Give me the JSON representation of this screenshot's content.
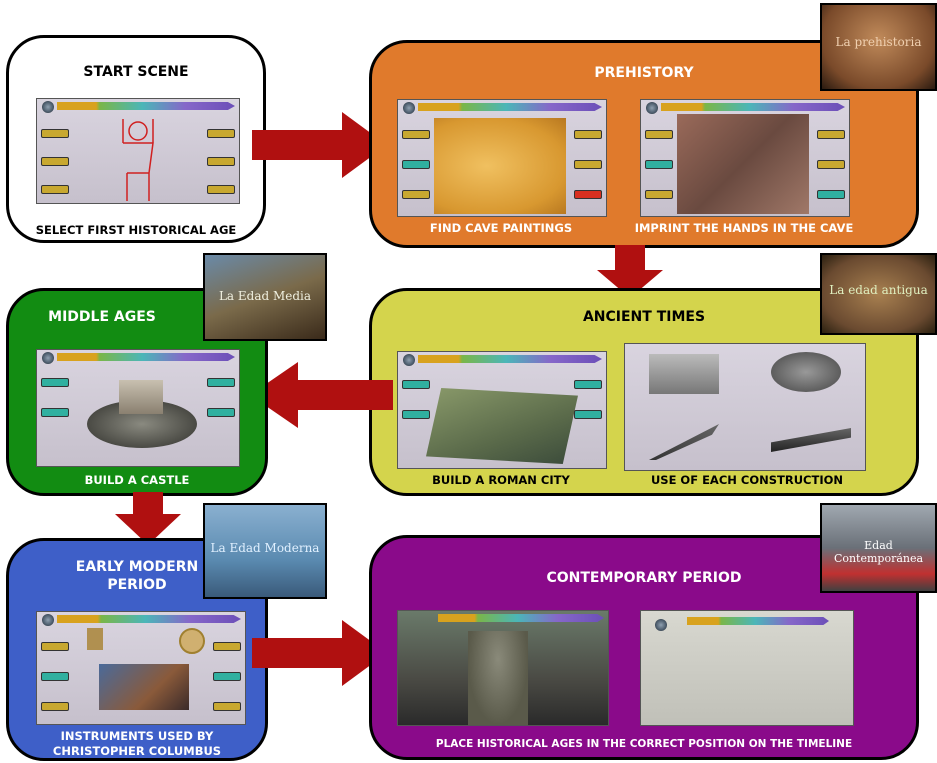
{
  "start": {
    "title": "START SCENE",
    "caption": "SELECT FIRST HISTORICAL AGE"
  },
  "prehistory": {
    "title": "PREHISTORY",
    "captions": [
      "FIND CAVE PAINTINGS",
      "IMPRINT THE HANDS IN THE CAVE"
    ],
    "thumb_label": "La prehistoria"
  },
  "ancient": {
    "title": "ANCIENT TIMES",
    "captions": [
      "BUILD A ROMAN CITY",
      "USE OF EACH CONSTRUCTION"
    ],
    "thumb_label": "La edad antigua"
  },
  "middle": {
    "title": "MIDDLE AGES",
    "caption": "BUILD A CASTLE",
    "thumb_label": "La Edad Media"
  },
  "early_modern": {
    "title_line1": "EARLY MODERN",
    "title_line2": "PERIOD",
    "caption_line1": "INSTRUMENTS USED BY",
    "caption_line2": "CHRISTOPHER COLUMBUS",
    "thumb_label": "La Edad Moderna"
  },
  "contemporary": {
    "title": "CONTEMPORARY PERIOD",
    "caption": "PLACE HISTORICAL AGES IN THE CORRECT POSITION ON THE TIMELINE",
    "thumb_label": "Edad Contemporánea"
  },
  "colors": {
    "start": "#ffffff",
    "prehistory": "#e07a2c",
    "ancient": "#d4d44c",
    "middle": "#128c12",
    "early_modern": "#3e5fc8",
    "contemporary": "#8a0a8a",
    "arrow": "#b01010"
  }
}
